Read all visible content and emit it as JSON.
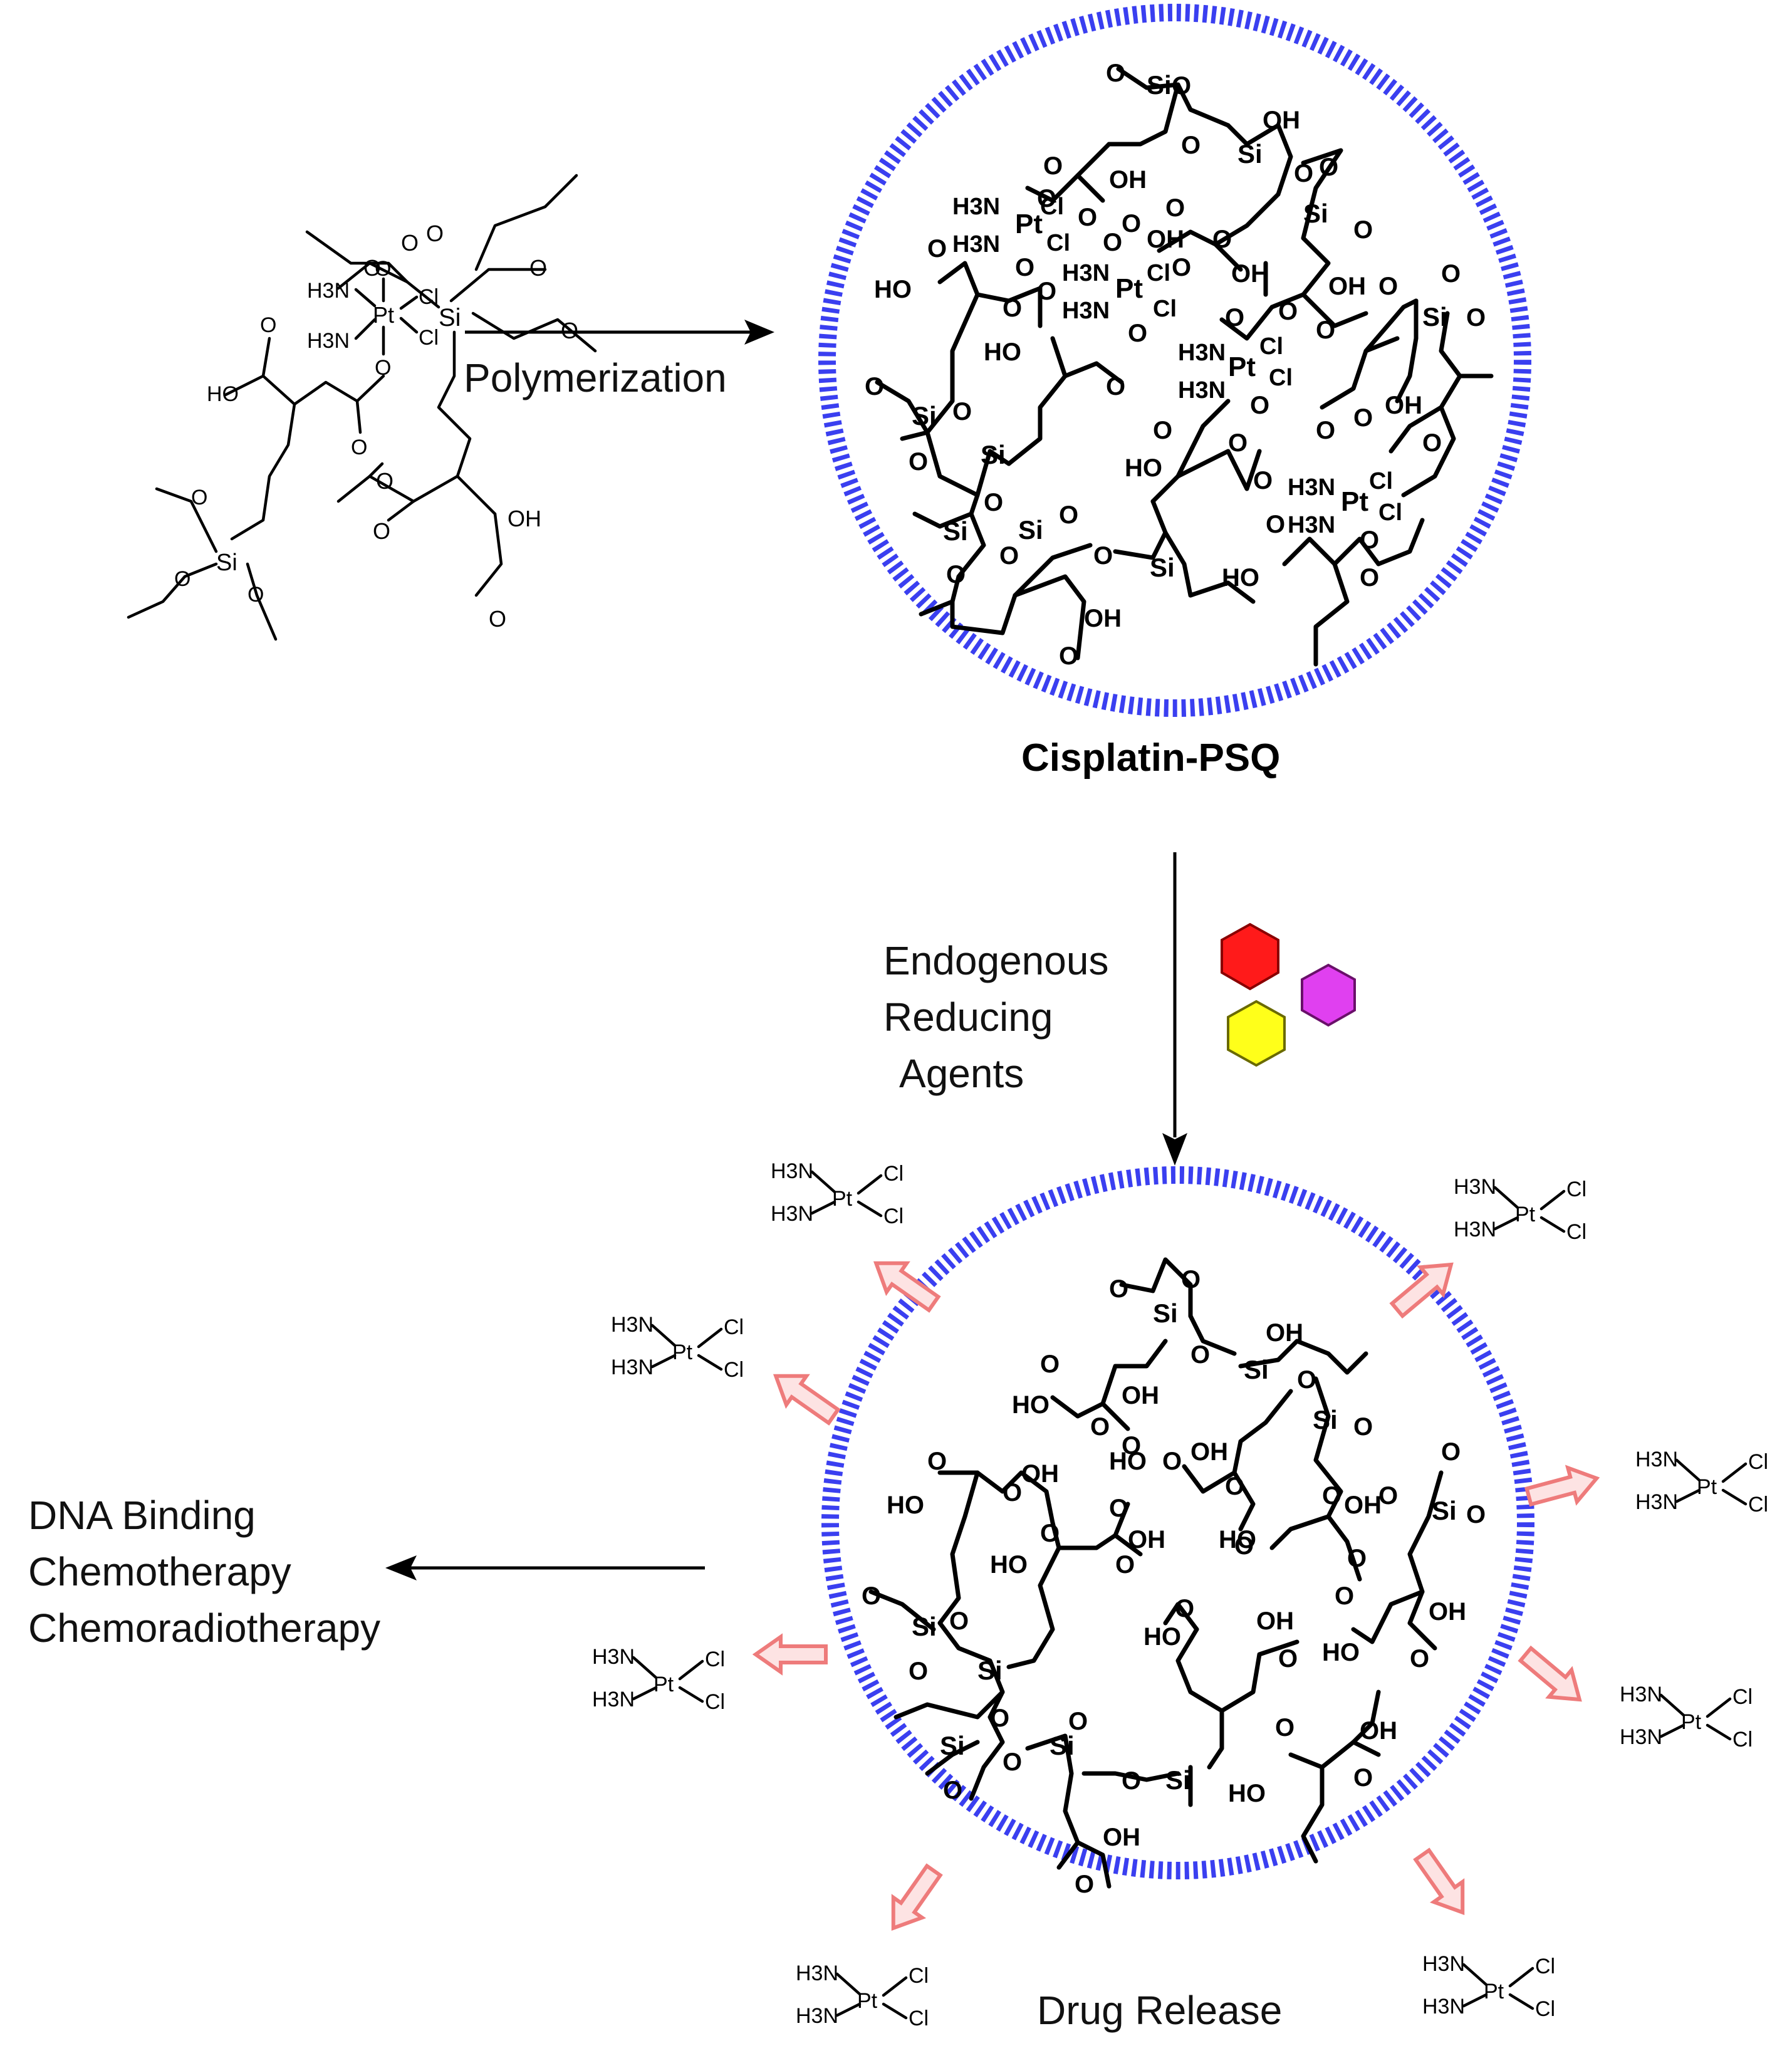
{
  "labels": {
    "polymerization": "Polymerization",
    "product": "Cisplatin-PSQ",
    "reducing_line1": "Endogenous",
    "reducing_line2": "Reducing",
    "reducing_line3": "Agents",
    "outcome_line1": "DNA Binding",
    "outcome_line2": "Chemotherapy",
    "outcome_line3": "Chemoradiotherapy",
    "drug_release": "Drug Release"
  },
  "chem": {
    "si": "Si",
    "o": "O",
    "oh": "OH",
    "ho": "HO",
    "h3n": "H3N",
    "pt": "Pt",
    "cl": "Cl"
  },
  "colors": {
    "particle_shell": "#3a3ff0",
    "release_arrow": "#f08080",
    "agent_red": "#ff1a1a",
    "agent_magenta": "#e040f0",
    "agent_yellow": "#ffff1a"
  }
}
